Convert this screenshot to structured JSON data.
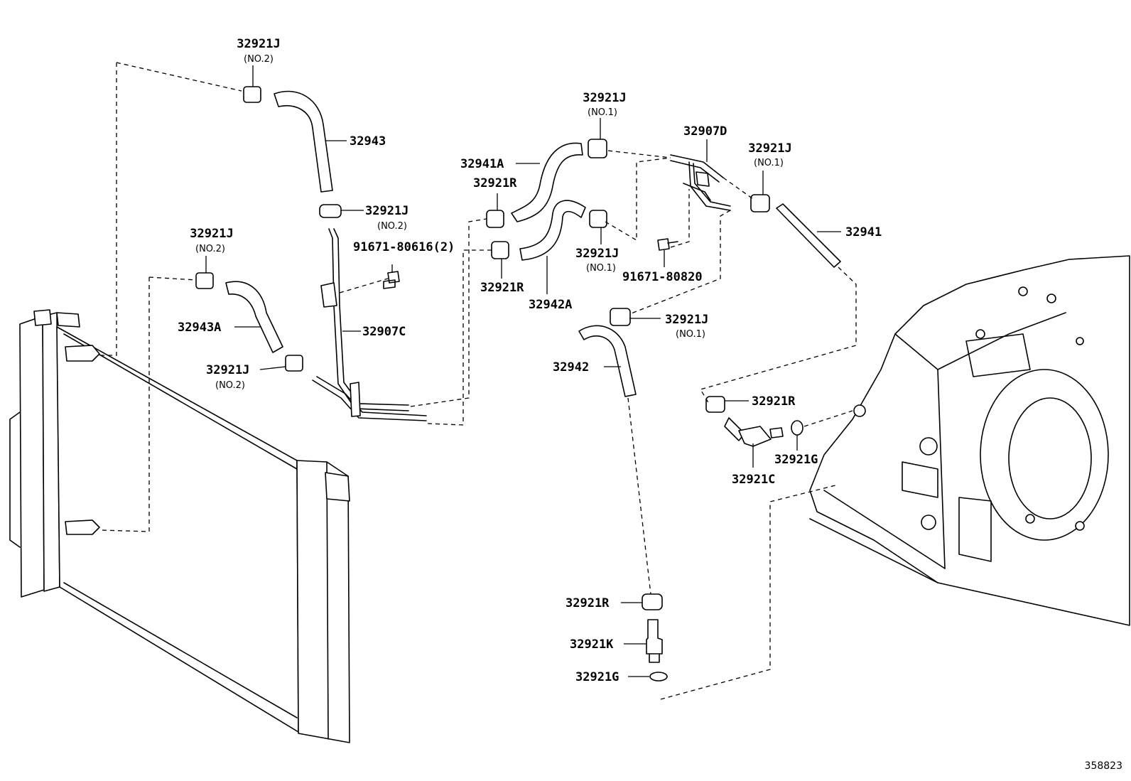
{
  "labels": [
    {
      "id": "l1",
      "pn": "32921J",
      "sub": "(NO.2)"
    },
    {
      "id": "l2",
      "pn": "32943",
      "sub": ""
    },
    {
      "id": "l3",
      "pn": "32921J",
      "sub": "(NO.2)"
    },
    {
      "id": "l4",
      "pn": "91671-80616(2)",
      "sub": ""
    },
    {
      "id": "l5",
      "pn": "32921J",
      "sub": "(NO.2)"
    },
    {
      "id": "l6",
      "pn": "32943A",
      "sub": ""
    },
    {
      "id": "l7",
      "pn": "32907C",
      "sub": ""
    },
    {
      "id": "l8",
      "pn": "32921J",
      "sub": "(NO.2)"
    },
    {
      "id": "l9",
      "pn": "32921J",
      "sub": "(NO.1)"
    },
    {
      "id": "l10",
      "pn": "32941A",
      "sub": ""
    },
    {
      "id": "l11",
      "pn": "32921R",
      "sub": ""
    },
    {
      "id": "l12",
      "pn": "32921R",
      "sub": ""
    },
    {
      "id": "l13",
      "pn": "32921J",
      "sub": "(NO.1)"
    },
    {
      "id": "l14",
      "pn": "32942A",
      "sub": ""
    },
    {
      "id": "l15",
      "pn": "32907D",
      "sub": ""
    },
    {
      "id": "l16",
      "pn": "91671-80820",
      "sub": ""
    },
    {
      "id": "l17",
      "pn": "32921J",
      "sub": "(NO.1)"
    },
    {
      "id": "l18",
      "pn": "32941",
      "sub": ""
    },
    {
      "id": "l19",
      "pn": "32921J",
      "sub": "(NO.1)"
    },
    {
      "id": "l20",
      "pn": "32942",
      "sub": ""
    },
    {
      "id": "l21",
      "pn": "32921R",
      "sub": ""
    },
    {
      "id": "l22",
      "pn": "32921G",
      "sub": ""
    },
    {
      "id": "l23",
      "pn": "32921C",
      "sub": ""
    },
    {
      "id": "l24",
      "pn": "32921R",
      "sub": ""
    },
    {
      "id": "l25",
      "pn": "32921K",
      "sub": ""
    },
    {
      "id": "l26",
      "pn": "32921G",
      "sub": ""
    }
  ],
  "document_number": "358823"
}
